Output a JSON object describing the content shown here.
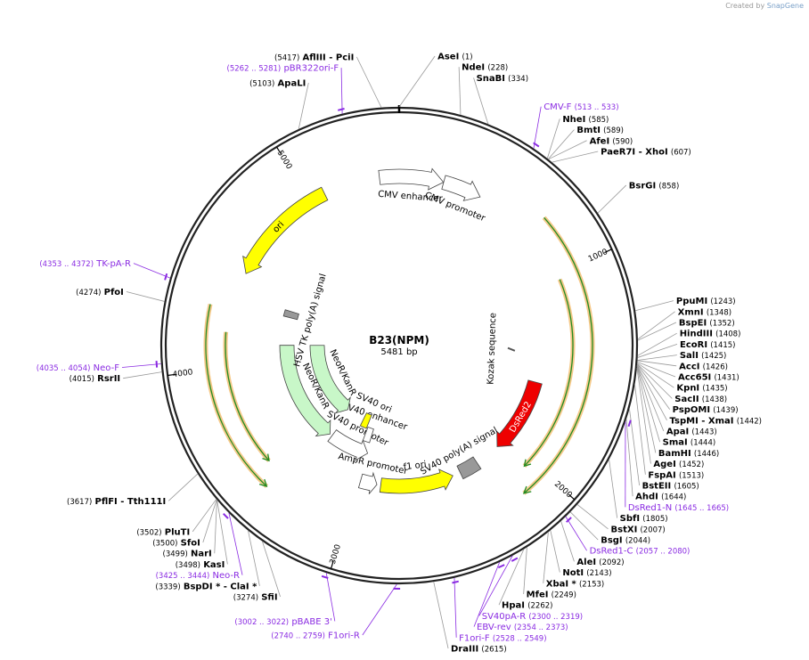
{
  "credit": {
    "prefix": "Created by",
    "brand": "SnapGene"
  },
  "plasmid": {
    "name": "B23(NPM)",
    "length_label": "5481 bp",
    "length": 5481
  },
  "colors": {
    "backbone": "#222222",
    "site": "#000000",
    "primer": "#8a2be2",
    "leader": "#999999",
    "ori": "#ffff00",
    "promoter": "#ffffff",
    "neo": "#c8f7c8",
    "dsred": "#ee0000",
    "polyA": "#999999",
    "orf_line": "#228b22",
    "orf_halo": "#f5c98a"
  },
  "ticks": [
    {
      "label": "1000",
      "pos": 1000
    },
    {
      "label": "2000",
      "pos": 2000
    },
    {
      "label": "3000",
      "pos": 3000
    },
    {
      "label": "4000",
      "pos": 4000
    },
    {
      "label": "5000",
      "pos": 5000
    }
  ],
  "features": [
    {
      "name": "ori",
      "start": 4495,
      "end": 5084,
      "dir": -1,
      "lane": 1,
      "kind": "ori"
    },
    {
      "name": "CMV enhancer",
      "start": 5380,
      "end": 232,
      "dir": 1,
      "lane": 1,
      "kind": "promoter"
    },
    {
      "name": "CMV promoter",
      "start": 233,
      "end": 436,
      "dir": 1,
      "lane": 1,
      "kind": "promoter"
    },
    {
      "name": "DsRed2",
      "start": 1600,
      "end": 2070,
      "dir": 1,
      "lane": 2,
      "kind": "dsred"
    },
    {
      "name": "SV40 poly(A) signal",
      "start": 2230,
      "end": 2351,
      "dir": 0,
      "lane": 2,
      "kind": "polyA"
    },
    {
      "name": "f1 ori",
      "start": 2400,
      "end": 2856,
      "dir": -1,
      "lane": 2,
      "kind": "ori"
    },
    {
      "name": "AmpR promoter",
      "start": 2880,
      "end": 2984,
      "dir": -1,
      "lane": 2,
      "kind": "promoter"
    },
    {
      "name": "SV40 promoter",
      "start": 2990,
      "end": 3300,
      "dir": -1,
      "lane": 3,
      "kind": "promoter"
    },
    {
      "name": "SV40 enhancer",
      "start": 3000,
      "end": 3060,
      "dir": 0,
      "lane": 4,
      "kind": "promoter"
    },
    {
      "name": "SV40 ori",
      "start": 3070,
      "end": 3135,
      "dir": 0,
      "lane": 5,
      "kind": "ori"
    },
    {
      "name": "NeoR/KanR",
      "start": 3320,
      "end": 4114,
      "dir": -1,
      "lane": 3,
      "kind": "neo"
    },
    {
      "name": "NeoR/KanR",
      "start": 3330,
      "end": 4114,
      "dir": -1,
      "lane": 5,
      "kind": "neo"
    },
    {
      "name": "HSV TK poly(A) signal",
      "start": 4330,
      "end": 4378,
      "dir": 0,
      "lane": 3,
      "kind": "polyA"
    },
    {
      "name": "Kozak sequence",
      "start": 1390,
      "end": 1410,
      "dir": 0,
      "lane": 3,
      "kind": "kozak"
    }
  ],
  "orfs": [
    {
      "start": 740,
      "end": 2130,
      "dir": 1,
      "r": 217
    },
    {
      "start": 1030,
      "end": 2040,
      "dir": 1,
      "r": 195
    },
    {
      "start": 3400,
      "end": 4300,
      "dir": -1,
      "r": 217
    },
    {
      "start": 3480,
      "end": 4180,
      "dir": -1,
      "r": 195
    }
  ],
  "sites": [
    {
      "pos": 1,
      "name": "AseI",
      "num": "(1)"
    },
    {
      "pos": 5417,
      "name": "AflIII - PciI",
      "num": "(5417)"
    },
    {
      "pos": 228,
      "name": "NdeI",
      "num": "(228)"
    },
    {
      "pos": 334,
      "name": "SnaBI",
      "num": "(334)"
    },
    {
      "pos": 585,
      "name": "NheI",
      "num": "(585)"
    },
    {
      "pos": 589,
      "name": "BmtI",
      "num": "(589)"
    },
    {
      "pos": 590,
      "name": "AfeI",
      "num": "(590)"
    },
    {
      "pos": 607,
      "name": "PaeR7I - XhoI",
      "num": "(607)"
    },
    {
      "pos": 858,
      "name": "BsrGI",
      "num": "(858)"
    },
    {
      "pos": 1243,
      "name": "PpuMI",
      "num": "(1243)"
    },
    {
      "pos": 1348,
      "name": "XmnI",
      "num": "(1348)"
    },
    {
      "pos": 1352,
      "name": "BspEI",
      "num": "(1352)"
    },
    {
      "pos": 1408,
      "name": "HindIII",
      "num": "(1408)"
    },
    {
      "pos": 1415,
      "name": "EcoRI",
      "num": "(1415)"
    },
    {
      "pos": 1425,
      "name": "SalI",
      "num": "(1425)"
    },
    {
      "pos": 1426,
      "name": "AccI",
      "num": "(1426)"
    },
    {
      "pos": 1431,
      "name": "Acc65I",
      "num": "(1431)"
    },
    {
      "pos": 1435,
      "name": "KpnI",
      "num": "(1435)"
    },
    {
      "pos": 1438,
      "name": "SacII",
      "num": "(1438)"
    },
    {
      "pos": 1439,
      "name": "PspOMI",
      "num": "(1439)"
    },
    {
      "pos": 1442,
      "name": "TspMI - XmaI",
      "num": "(1442)"
    },
    {
      "pos": 1443,
      "name": "ApaI",
      "num": "(1443)"
    },
    {
      "pos": 1444,
      "name": "SmaI",
      "num": "(1444)"
    },
    {
      "pos": 1446,
      "name": "BamHI",
      "num": "(1446)"
    },
    {
      "pos": 1452,
      "name": "AgeI",
      "num": "(1452)"
    },
    {
      "pos": 1513,
      "name": "FspAI",
      "num": "(1513)"
    },
    {
      "pos": 1605,
      "name": "BstEII",
      "num": "(1605)"
    },
    {
      "pos": 1644,
      "name": "AhdI",
      "num": "(1644)"
    },
    {
      "pos": 1805,
      "name": "SbfI",
      "num": "(1805)"
    },
    {
      "pos": 2007,
      "name": "BstXI",
      "num": "(2007)"
    },
    {
      "pos": 2044,
      "name": "BsgI",
      "num": "(2044)"
    },
    {
      "pos": 2092,
      "name": "AleI",
      "num": "(2092)"
    },
    {
      "pos": 2143,
      "name": "NotI",
      "num": "(2143)"
    },
    {
      "pos": 2153,
      "name": "XbaI *",
      "num": "(2153)"
    },
    {
      "pos": 2249,
      "name": "MfeI",
      "num": "(2249)"
    },
    {
      "pos": 2262,
      "name": "HpaI",
      "num": "(2262)"
    },
    {
      "pos": 2615,
      "name": "DraIII",
      "num": "(2615)"
    },
    {
      "pos": 3274,
      "name": "SfiI",
      "num": "(3274)"
    },
    {
      "pos": 3339,
      "name": "BspDI * - ClaI *",
      "num": "(3339)"
    },
    {
      "pos": 3498,
      "name": "KasI",
      "num": "(3498)"
    },
    {
      "pos": 3499,
      "name": "NarI",
      "num": "(3499)"
    },
    {
      "pos": 3500,
      "name": "SfoI",
      "num": "(3500)"
    },
    {
      "pos": 3502,
      "name": "PluTI",
      "num": "(3502)"
    },
    {
      "pos": 3617,
      "name": "PflFI - Tth111I",
      "num": "(3617)"
    },
    {
      "pos": 4015,
      "name": "RsrII",
      "num": "(4015)"
    },
    {
      "pos": 4274,
      "name": "PfoI",
      "num": "(4274)"
    },
    {
      "pos": 5103,
      "name": "ApaLI",
      "num": "(5103)"
    }
  ],
  "primers": [
    {
      "pos": 523,
      "name": "CMV-F",
      "num": "(513 .. 533)"
    },
    {
      "pos": 1655,
      "name": "DsRed1-N",
      "num": "(1645 .. 1665)"
    },
    {
      "pos": 2068,
      "name": "DsRed1-C",
      "num": "(2057 .. 2080)"
    },
    {
      "pos": 2310,
      "name": "SV40pA-R",
      "num": "(2300 .. 2319)"
    },
    {
      "pos": 2363,
      "name": "EBV-rev",
      "num": "(2354 .. 2373)"
    },
    {
      "pos": 2538,
      "name": "F1ori-F",
      "num": "(2528 .. 2549)"
    },
    {
      "pos": 2750,
      "name": "F1ori-R",
      "num": "(2740 .. 2759)"
    },
    {
      "pos": 3012,
      "name": "pBABE 3'",
      "num": "(3002 .. 3022)"
    },
    {
      "pos": 3434,
      "name": "Neo-R",
      "num": "(3425 .. 3444)"
    },
    {
      "pos": 4045,
      "name": "Neo-F",
      "num": "(4035 .. 4054)"
    },
    {
      "pos": 4362,
      "name": "TK-pA-R",
      "num": "(4353 .. 4372)"
    },
    {
      "pos": 5272,
      "name": "pBR322ori-F",
      "num": "(5262 .. 5281)"
    }
  ]
}
